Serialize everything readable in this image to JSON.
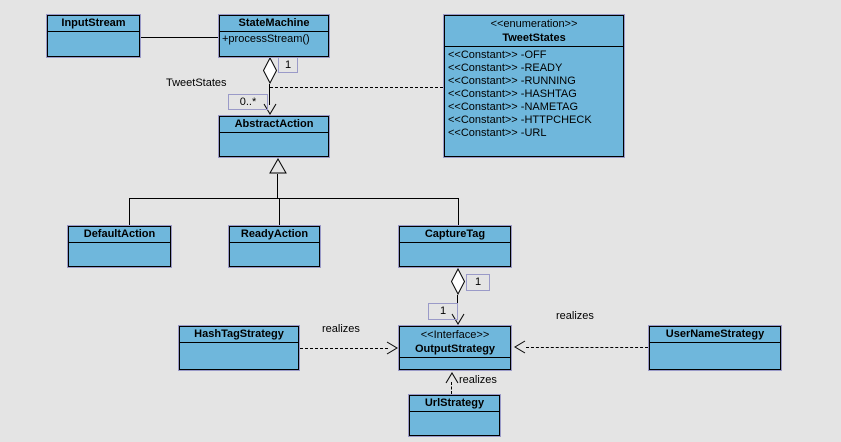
{
  "diagram": {
    "background": "#e4e4e4",
    "node_fill": "#6fb7dc",
    "node_outline": "#9a9ac8",
    "line_color": "#000000"
  },
  "classes": {
    "input_stream": {
      "name": "InputStream"
    },
    "state_machine": {
      "name": "StateMachine",
      "operations": [
        "+processStream()"
      ]
    },
    "tweet_states": {
      "stereotype": "<<enumeration>>",
      "name": "TweetStates",
      "attributes": [
        "<<Constant>> -OFF",
        "<<Constant>> -READY",
        "<<Constant>> -RUNNING",
        "<<Constant>> -HASHTAG",
        "<<Constant>> -NAMETAG",
        "<<Constant>> -HTTPCHECK",
        "<<Constant>> -URL"
      ]
    },
    "abstract_action": {
      "name": "AbstractAction"
    },
    "default_action": {
      "name": "DefaultAction"
    },
    "ready_action": {
      "name": "ReadyAction"
    },
    "capture_tag": {
      "name": "CaptureTag"
    },
    "hashtag_strategy": {
      "name": "HashTagStrategy"
    },
    "output_strategy": {
      "stereotype": "<<Interface>>",
      "name": "OutputStrategy"
    },
    "username_strategy": {
      "name": "UserNameStrategy"
    },
    "url_strategy": {
      "name": "UrlStrategy"
    }
  },
  "labels": {
    "assoc_role": "TweetStates",
    "mult_state_machine": "1",
    "mult_actions": "0..*",
    "mult_capture": "1",
    "mult_output": "1",
    "realizes_hashtag": "realizes",
    "realizes_username": "realizes",
    "realizes_url": "realizes"
  }
}
